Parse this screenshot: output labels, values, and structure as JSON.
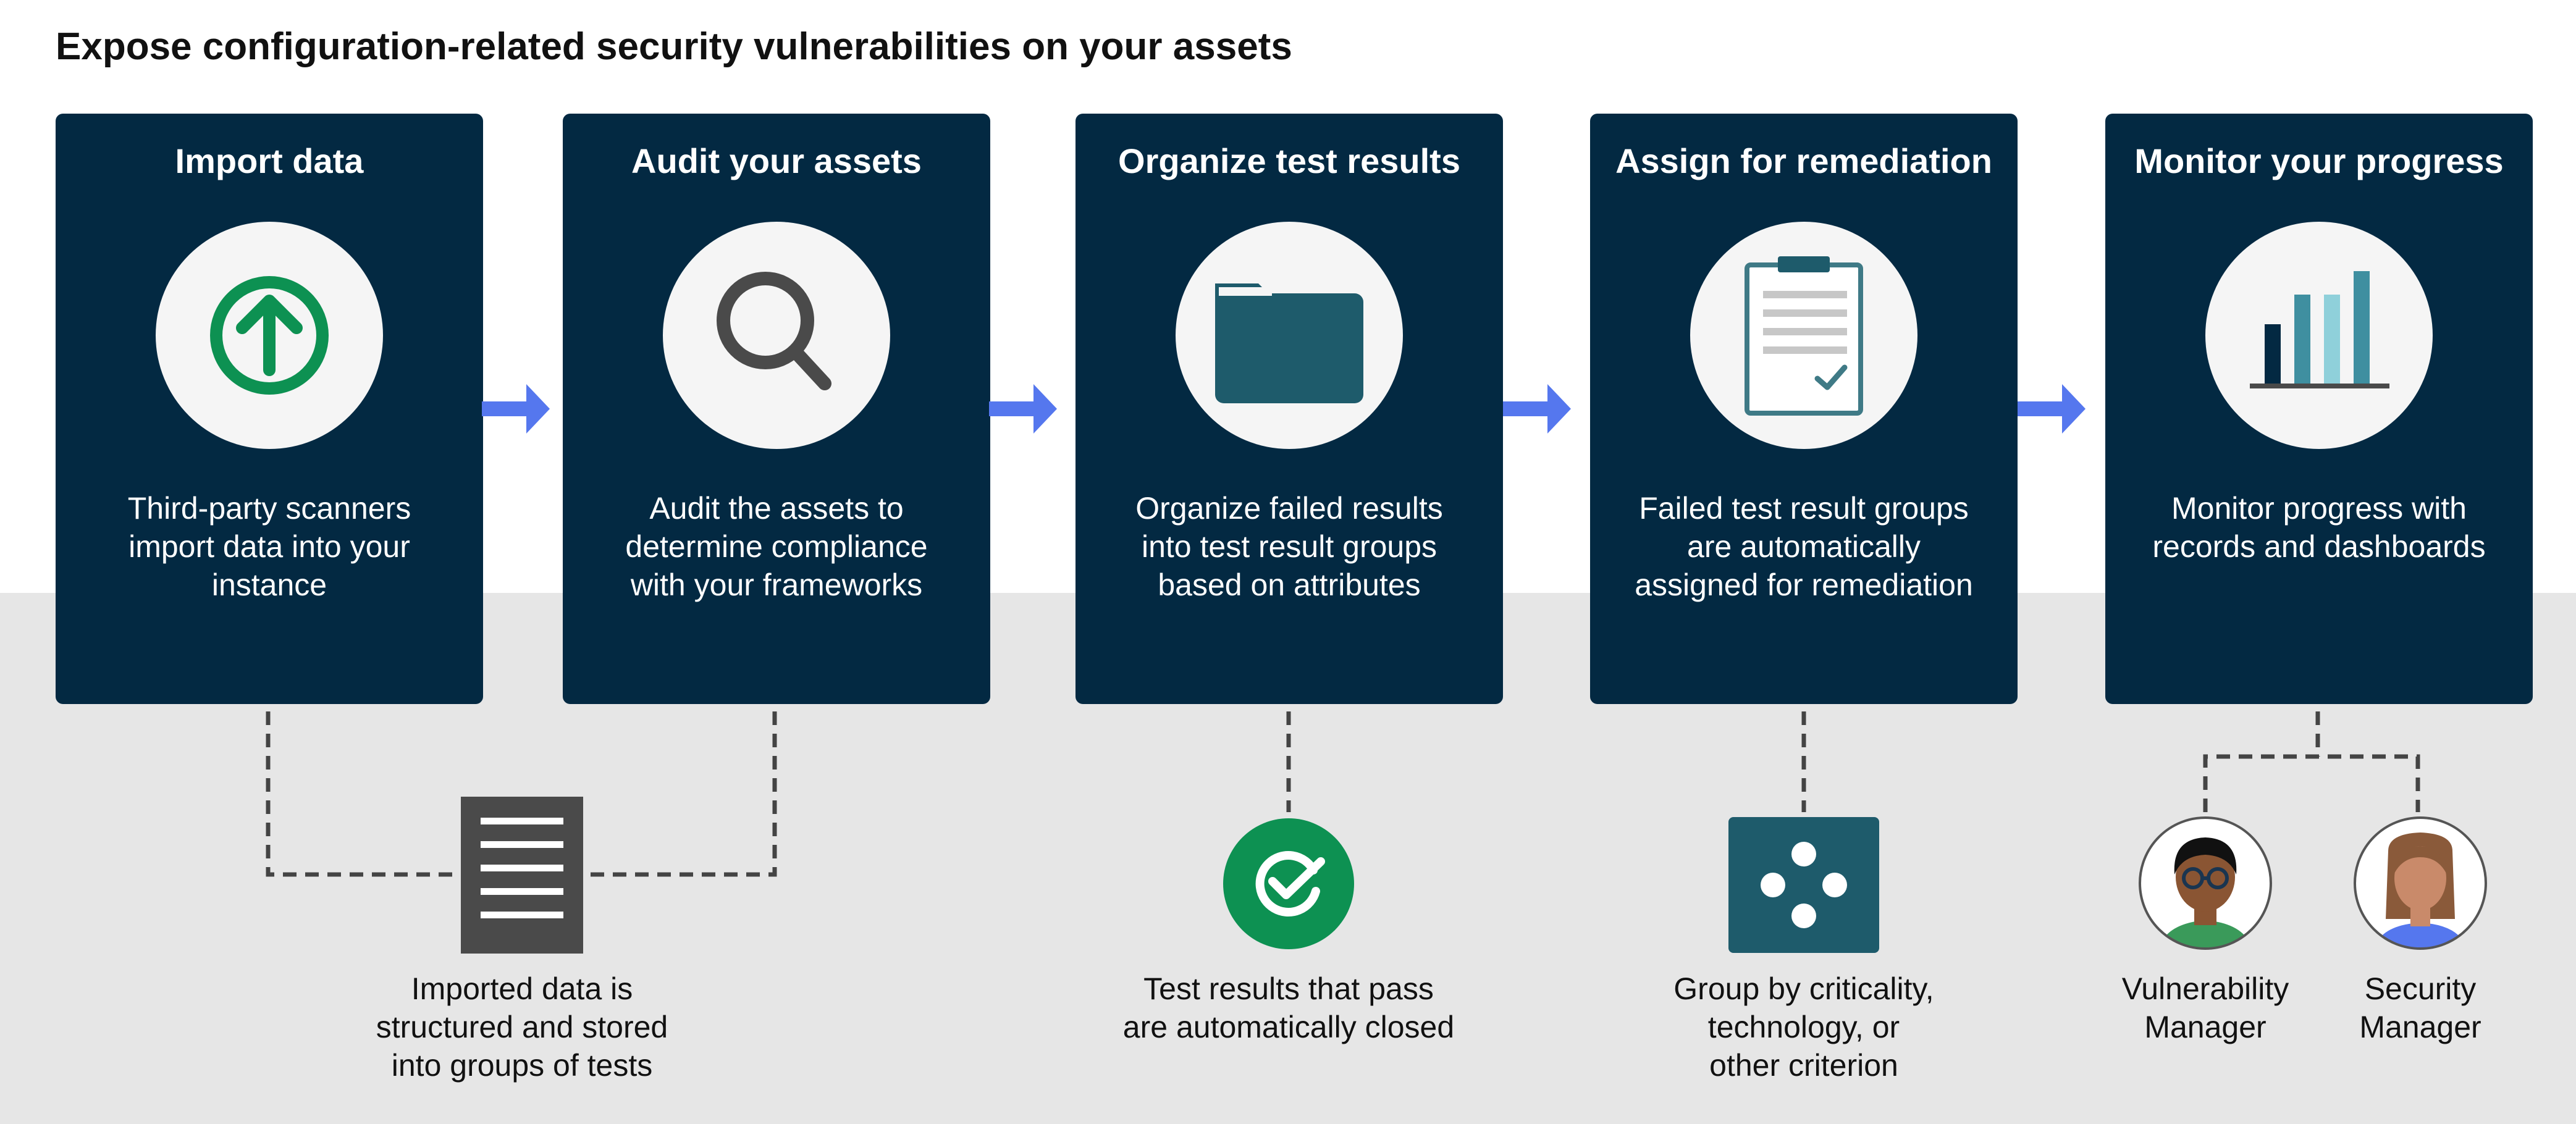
{
  "title": "Expose configuration-related security vulnerabilities on your assets",
  "colors": {
    "card": "#032942",
    "arrow": "#5577ee",
    "accent_green": "#0d9152",
    "teal": "#1e5b6b",
    "background_band": "#e6e6e6"
  },
  "steps": [
    {
      "title": "Import data",
      "icon": "upload-arrow-icon",
      "description": "Third-party scanners\nimport data into your\ninstance"
    },
    {
      "title": "Audit your assets",
      "icon": "magnifier-icon",
      "description": "Audit the assets to\ndetermine compliance\nwith your frameworks"
    },
    {
      "title": "Organize test results",
      "icon": "folder-icon",
      "description": "Organize failed results\ninto test result groups\nbased on attributes"
    },
    {
      "title": "Assign for remediation",
      "icon": "clipboard-icon",
      "description": "Failed test result groups\nare automatically\nassigned for remediation"
    },
    {
      "title": "Monitor your progress",
      "icon": "bar-chart-icon",
      "description": "Monitor progress with\nrecords and dashboards"
    }
  ],
  "outcomes": {
    "document": {
      "icon": "document-icon",
      "label": "Imported data is\nstructured and stored\ninto groups of tests"
    },
    "passed": {
      "icon": "check-badge-icon",
      "label": "Test results that pass\nare automatically closed"
    },
    "group": {
      "icon": "dots-group-icon",
      "label": "Group by criticality,\ntechnology, or\nother criterion"
    },
    "roles": [
      {
        "icon": "vulnerability-manager-avatar-icon",
        "label": "Vulnerability\nManager"
      },
      {
        "icon": "security-manager-avatar-icon",
        "label": "Security\nManager"
      }
    ]
  }
}
